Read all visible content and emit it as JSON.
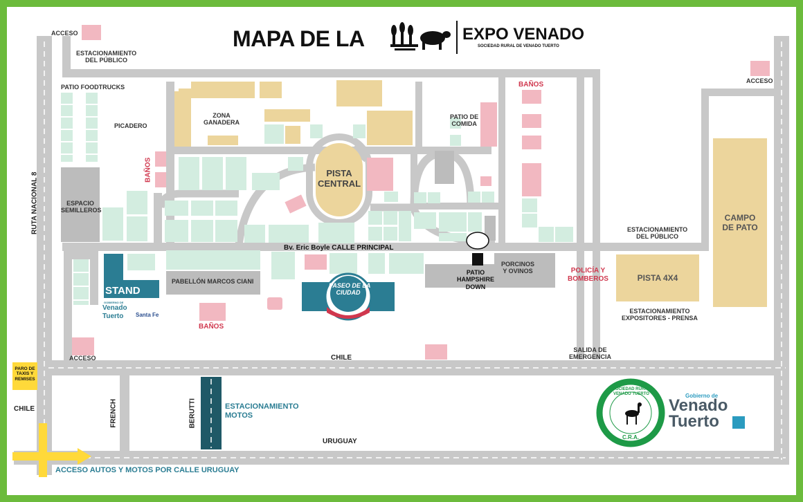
{
  "title": {
    "prefix": "MAPA DE LA",
    "brand": "EXPO VENADO",
    "brand_sub": "SOCIEDAD RURAL DE VENADO TUERTO"
  },
  "areas": {
    "acceso": "ACCESO",
    "estacionamiento_publico": "ESTACIONAMIENTO\nDEL PÚBLICO",
    "patio_foodtrucks": "PATIO FOODTRUCKS",
    "picadero": "PICADERO",
    "zona_ganadera": "ZONA\nGANADERA",
    "banos": "BAÑOS",
    "patio_comida": "PATIO DE\nCOMIDA",
    "pista_central": "PISTA\nCENTRAL",
    "espacio_semilleros": "ESPACIO\nSEMILLEROS",
    "campo_pato": "CAMPO\nDE PATO",
    "calle_principal": "Bv. Eric Boyle CALLE PRINCIPAL",
    "patio_hampshire": "PATIO\nHAMPSHIRE\nDOWN",
    "porcinos": "PORCINOS\nY OVINOS",
    "policia": "POLICÍA Y\nBOMBEROS",
    "pista_4x4": "PISTA 4X4",
    "est_expositores": "ESTACIONAMIENTO\nEXPOSITORES - PRENSA",
    "stand": "STAND",
    "pabellon": "PABELLÓN MARCOS CIANI",
    "paseo": "PASEO DE LA\nCIUDAD",
    "salida": "SALIDA DE\nEMERGENCIA",
    "est_motos": "ESTACIONAMIENTO\nMOTOS",
    "paro_taxis": "PARO DE\nTAXIS Y\nREMISES"
  },
  "roads": {
    "ruta": "RUTA NACIONAL 8",
    "chile": "CHILE",
    "french": "FRENCH",
    "berutti": "BERUTTI",
    "uruguay": "URUGUAY",
    "acceso_autos": "ACCESO AUTOS Y MOTOS POR CALLE URUGUAY"
  },
  "logos": {
    "stand_venado": "Venado\nTuerto",
    "stand_venado_small": "Gobierno de",
    "stand_santafe": "Santa Fe",
    "sociedad": "SOCIEDAD RURAL VENADO TUERTO",
    "cra": "C.R.A.",
    "gob_small": "Gobierno de",
    "gob_main": "Venado\nTuerto"
  },
  "colors": {
    "frame": "#6cbb3c",
    "road": "#c8c8c8",
    "mint": "#d3ede0",
    "tan": "#ecd59c",
    "pink": "#f2b8c1",
    "gray": "#bcbcbc",
    "teal": "#2b7d93",
    "yellow": "#ffd93a",
    "red_label": "#d0384e"
  }
}
